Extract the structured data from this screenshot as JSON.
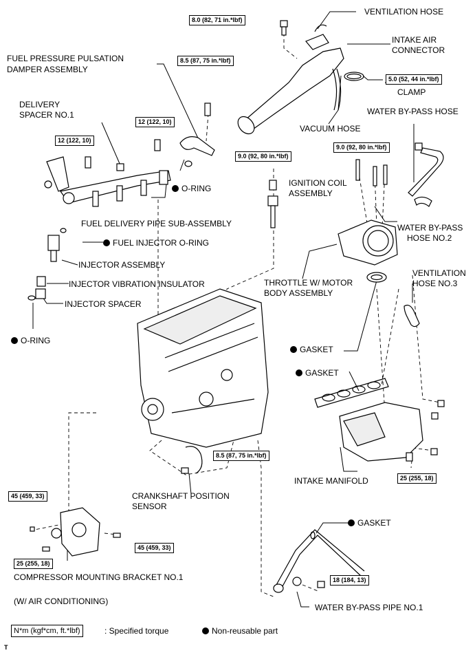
{
  "labels": {
    "ventilation_hose": "VENTILATION HOSE",
    "intake_air_connector_1": "INTAKE AIR",
    "intake_air_connector_2": "CONNECTOR",
    "clamp": "CLAMP",
    "vacuum_hose": "VACUUM HOSE",
    "water_bypass_hose": "WATER BY-PASS HOSE",
    "water_bypass_hose2_1": "WATER BY-PASS",
    "water_bypass_hose2_2": "HOSE NO.2",
    "fuel_pressure_1": "FUEL PRESSURE PULSATION",
    "fuel_pressure_2": "DAMPER ASSEMBLY",
    "delivery_spacer_1": "DELIVERY",
    "delivery_spacer_2": "SPACER NO.1",
    "o_ring_top": "O-RING",
    "ignition_coil_1": "IGNITION COIL",
    "ignition_coil_2": "ASSEMBLY",
    "fuel_delivery_pipe": "FUEL DELIVERY PIPE SUB-ASSEMBLY",
    "fuel_injector_oring": "FUEL INJECTOR O-RING",
    "injector_assembly": "INJECTOR ASSEMBLY",
    "injector_vibration": "INJECTOR VIBRATION INSULATOR",
    "injector_spacer": "INJECTOR SPACER",
    "o_ring_left": "O-RING",
    "throttle_1": "THROTTLE W/ MOTOR",
    "throttle_2": "BODY ASSEMBLY",
    "ventilation_hose3_1": "VENTILATION",
    "ventilation_hose3_2": "HOSE NO.3",
    "gasket_1": "GASKET",
    "gasket_2": "GASKET",
    "intake_manifold": "INTAKE MANIFOLD",
    "crankshaft_1": "CRANKSHAFT POSITION",
    "crankshaft_2": "SENSOR",
    "gasket_3": "GASKET",
    "water_bypass_pipe": "WATER BY-PASS PIPE NO.1",
    "compressor_bracket": "COMPRESSOR MOUNTING BRACKET NO.1",
    "air_conditioning": "(W/ AIR CONDITIONING)",
    "legend_box": "N*m (kgf*cm, ft.*lbf)",
    "legend_torque": ": Specified torque",
    "legend_nonreusable": "Non-reusable part",
    "corner_mark": "T"
  },
  "torques": {
    "t1": "8.0 (82, 71 in.*lbf)",
    "t2": "8.5 (87, 75 in.*lbf)",
    "t3": "5.0 (52, 44 in.*lbf)",
    "t4": "12 (122, 10)",
    "t5": "12 (122, 10)",
    "t6": "9.0 (92, 80 in.*lbf)",
    "t7": "9.0 (92, 80 in.*lbf)",
    "t8": "8.5 (87, 75 in.*lbf)",
    "t9": "45 (459, 33)",
    "t10": "45 (459, 33)",
    "t11": "25 (255, 18)",
    "t12": "25 (255, 18)",
    "t13": "18 (184, 13)"
  }
}
